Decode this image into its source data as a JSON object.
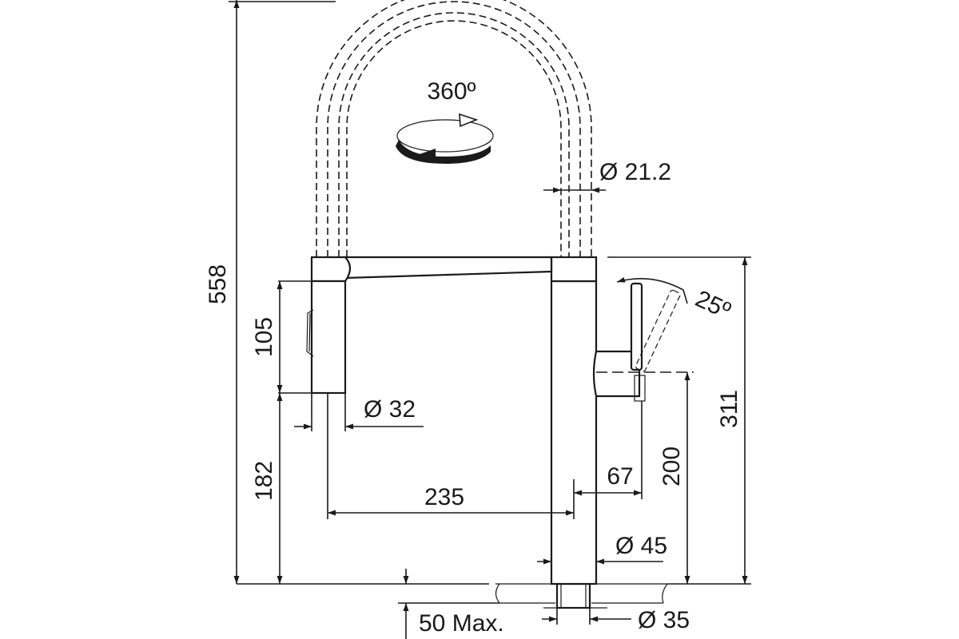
{
  "dimensions": {
    "total_height": "558",
    "spray_head_length": "105",
    "spray_head_height": "182",
    "spray_head_diameter": "Ø 32",
    "reach": "235",
    "lever_offset": "67",
    "lever_height": "200",
    "spout_height": "311",
    "spout_tube_diameter": "Ø 21.2",
    "body_diameter": "Ø 45",
    "rotation": "360º",
    "lever_angle": "25º",
    "countertop_max": "50 Max.",
    "shank_diameter": "Ø 35"
  },
  "colors": {
    "line": "#1a1a1a",
    "background": "#ffffff"
  }
}
